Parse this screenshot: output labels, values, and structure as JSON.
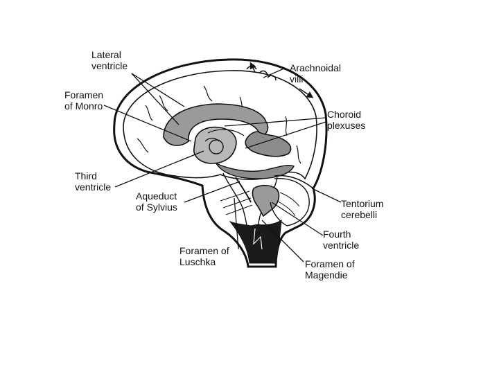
{
  "colors": {
    "ink": "#111111",
    "background": "#ffffff",
    "cavity_fill": "#8c8c8c",
    "dark_fill": "#1a1a1a"
  },
  "labels": {
    "lateral_ventricle": [
      "Lateral",
      "ventricle"
    ],
    "arachnoidal_villi": [
      "Arachnoidal",
      "villi"
    ],
    "foramen_of_monro": [
      "Foramen",
      "of Monro"
    ],
    "choroid_plexuses": [
      "Choroid",
      "plexuses"
    ],
    "third_ventricle": [
      "Third",
      "ventricle"
    ],
    "aqueduct_of_sylvius": [
      "Aqueduct",
      "of Sylvius"
    ],
    "tentorium_cerebelli": [
      "Tentorium",
      "cerebelli"
    ],
    "fourth_ventricle": [
      "Fourth",
      "ventricle"
    ],
    "foramen_of_luschka": [
      "Foramen of",
      "Luschka"
    ],
    "foramen_of_magendie": [
      "Foramen of",
      "Magendie"
    ]
  }
}
